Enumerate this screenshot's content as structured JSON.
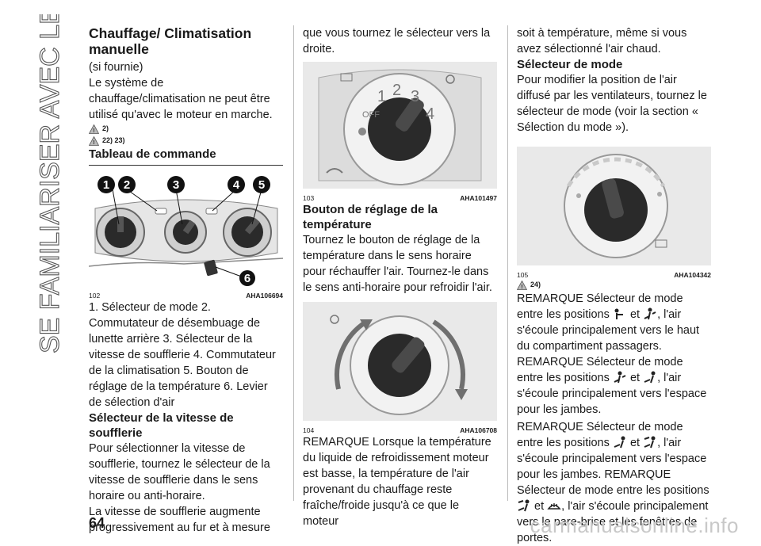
{
  "side_title": "SE FAMILIARISER AVEC LE VÉHICULE",
  "page_number": "64",
  "watermark": "carmanualsonline.info",
  "col1": {
    "heading": "Chauffage/ Climatisation manuelle",
    "subtitle": "(si fournie)",
    "intro": "Le système de chauffage/climatisation ne peut être utilisé qu'avec le moteur en marche.",
    "warn1": "2)",
    "warn2": "22)  23)",
    "section_title": "Tableau de commande",
    "fig_num": "102",
    "fig_code": "AHA106694",
    "callouts": [
      "1",
      "2",
      "3",
      "4",
      "5",
      "6"
    ],
    "legend": "1. Sélecteur de mode 2. Commutateur de désembuage de lunette arrière 3. Sélecteur de la vitesse de soufflerie 4. Commutateur de la climatisation 5. Bouton de réglage de la température 6. Levier de sélection d'air",
    "fan_title": "Sélecteur de la vitesse de soufflerie",
    "fan_text1": "Pour sélectionner la vitesse de soufflerie, tournez le sélecteur de la vitesse de soufflerie dans le sens horaire ou anti-horaire.",
    "fan_text2": "La vitesse de soufflerie augmente progressivement au fur et à mesure"
  },
  "col2": {
    "cont_text": "que vous tournez le sélecteur vers la droite.",
    "fig1_num": "103",
    "fig1_code": "AHA101497",
    "dial_off": "OFF",
    "dial_1": "1",
    "dial_2": "2",
    "dial_3": "3",
    "dial_4": "4",
    "temp_title": "Bouton de réglage de la température",
    "temp_text": "Tournez le bouton de réglage de la température dans le sens horaire pour réchauffer l'air. Tournez-le dans le sens anti-horaire pour refroidir l'air.",
    "fig2_num": "104",
    "fig2_code": "AHA106708",
    "remark": "REMARQUE Lorsque la température du liquide de refroidissement moteur est basse, la température de l'air provenant du chauffage reste fraîche/froide jusqu'à ce que le moteur"
  },
  "col3": {
    "cont_text": "soit à température, même si vous avez sélectionné l'air chaud.",
    "mode_title": "Sélecteur de mode",
    "mode_text": "Pour modifier la position de l'air diffusé par les ventilateurs, tournez le sélecteur de mode (voir la section « Sélection du mode »).",
    "fig_num": "105",
    "fig_code": "AHA104342",
    "warn": "24)",
    "r1a": "REMARQUE Sélecteur de mode entre les positions",
    "r1b": "et",
    "r1c": ", l'air s'écoule principalement vers le haut du compartiment passagers. REMARQUE Sélecteur de mode entre les positions",
    "r1d": "et",
    "r1e": ", l'air s'écoule principalement vers l'espace pour les jambes.",
    "r2a": "REMARQUE Sélecteur de mode entre les positions",
    "r2b": "et",
    "r2c": ", l'air s'écoule principalement vers l'espace pour les jambes. REMARQUE Sélecteur de mode entre les positions",
    "r2d": "et",
    "r2e": ", l'air s'écoule principalement vers le pare-brise et les fenêtres de portes."
  },
  "colors": {
    "text": "#1a1a1a",
    "dial_dark": "#2a2a2a",
    "panel_grey": "#d9d9d9",
    "arrow_grey": "#6f6f6f",
    "watermark": "#c8c8c8"
  },
  "icons": [
    "warning-triangle-icon",
    "face-vent-icon",
    "face-feet-vent-icon",
    "feet-vent-icon",
    "feet-defrost-icon",
    "windscreen-defrost-icon",
    "fan-icon",
    "recirculation-icon"
  ]
}
